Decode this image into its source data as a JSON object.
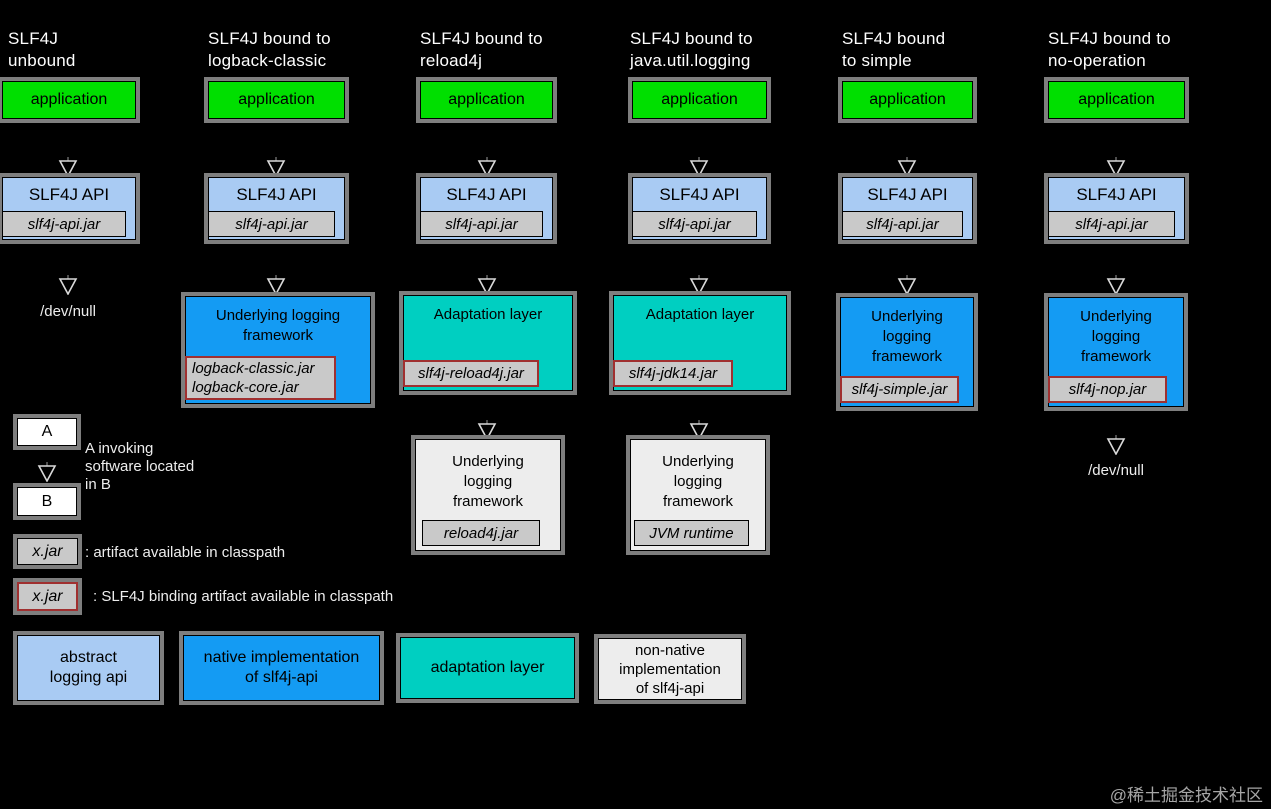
{
  "watermark": "@稀土掘金技术社区",
  "colors": {
    "background": "#000000",
    "application_green": "#00df00",
    "api_light_blue": "#a9cbf3",
    "native_blue": "#149bf3",
    "adaptation_teal": "#00cfc1",
    "nonnative_gray": "#ededed",
    "jar_gray": "#c9c9c9",
    "binding_red_border": "#a03030",
    "plain_border": "#000000",
    "legend_white": "#ffffff"
  },
  "columns": [
    {
      "title": "SLF4J\nunbound",
      "application_label": "application",
      "api_label": "SLF4J API",
      "api_jar": "slf4j-api.jar",
      "sink_label": "/dev/null"
    },
    {
      "title": "SLF4J bound to\nlogback-classic",
      "application_label": "application",
      "api_label": "SLF4J API",
      "api_jar": "slf4j-api.jar",
      "framework_label": "Underlying logging\nframework",
      "framework_jar": "logback-classic.jar\nlogback-core.jar"
    },
    {
      "title": "SLF4J bound to\nreload4j",
      "application_label": "application",
      "api_label": "SLF4J API",
      "api_jar": "slf4j-api.jar",
      "adaptation_label": "Adaptation layer",
      "adaptation_jar": "slf4j-reload4j.jar",
      "framework_label": "Underlying\nlogging\nframework",
      "framework_jar": "reload4j.jar"
    },
    {
      "title": "SLF4J bound to\njava.util.logging",
      "application_label": "application",
      "api_label": "SLF4J API",
      "api_jar": "slf4j-api.jar",
      "adaptation_label": "Adaptation layer",
      "adaptation_jar": "slf4j-jdk14.jar",
      "framework_label": "Underlying\nlogging\nframework",
      "framework_jar": "JVM runtime"
    },
    {
      "title": "SLF4J bound\nto simple",
      "application_label": "application",
      "api_label": "SLF4J API",
      "api_jar": "slf4j-api.jar",
      "framework_label": "Underlying\nlogging\nframework",
      "framework_jar": "slf4j-simple.jar"
    },
    {
      "title": "SLF4J bound to\nno-operation",
      "application_label": "application",
      "api_label": "SLF4J API",
      "api_jar": "slf4j-api.jar",
      "framework_label": "Underlying\nlogging\nframework",
      "framework_jar": "slf4j-nop.jar",
      "sink_label": "/dev/null"
    }
  ],
  "legend": {
    "box_a": "A",
    "box_b": "B",
    "invoking_note": "A invoking\nsoftware located\nin B",
    "xjar_label": "x.jar",
    "artifact_note": ": artifact available in classpath",
    "binding_artifact_note": ": SLF4J binding artifact available in classpath",
    "type_abstract": "abstract\nlogging api",
    "type_native": "native implementation\nof slf4j-api",
    "type_adaptation": "adaptation layer",
    "type_nonnative": "non-native\nimplementation\nof slf4j-api"
  }
}
